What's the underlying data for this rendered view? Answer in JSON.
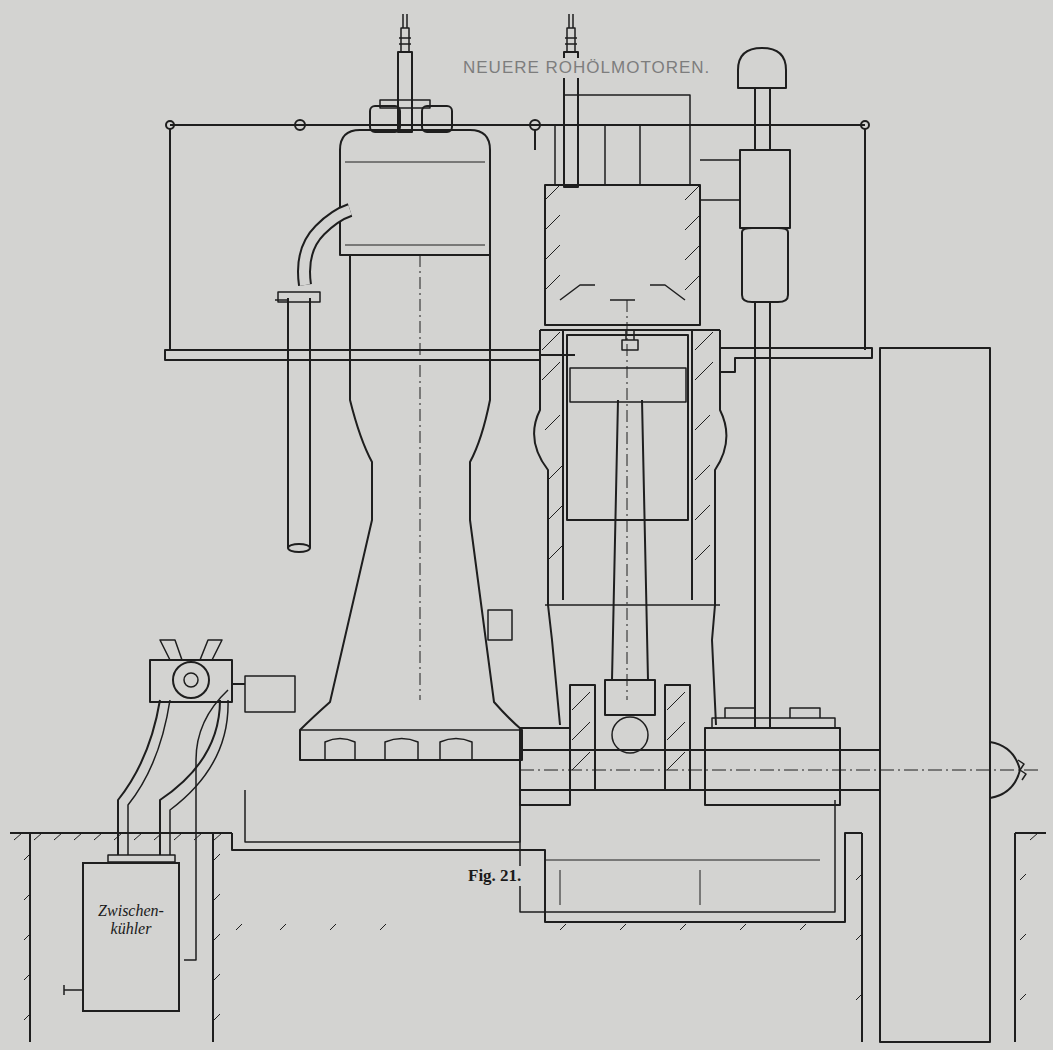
{
  "diagram": {
    "caption": "Fig. 21.",
    "nodes": [
      {
        "text": [
          "Zwischen- kühler"
        ]
      }
    ],
    "labels": [
      "NEUERE ROHÖLMOTOREN."
    ]
  }
}
